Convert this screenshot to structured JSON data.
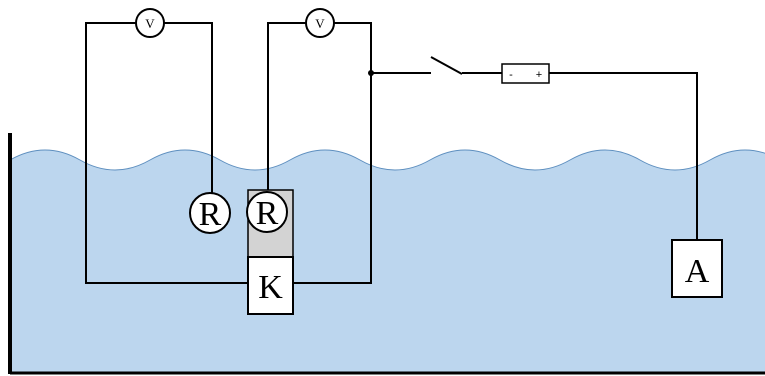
{
  "voltmeter_symbol": "V",
  "reference_electrode_symbol": "R",
  "cathode_symbol": "K",
  "anode_symbol": "A",
  "battery": {
    "negative": "-",
    "positive": "+"
  },
  "colors": {
    "water": "#bcd6ee",
    "water_edge": "#5e8fbf",
    "specimen_coating": "#d3d3d3",
    "wire": "#000000"
  }
}
